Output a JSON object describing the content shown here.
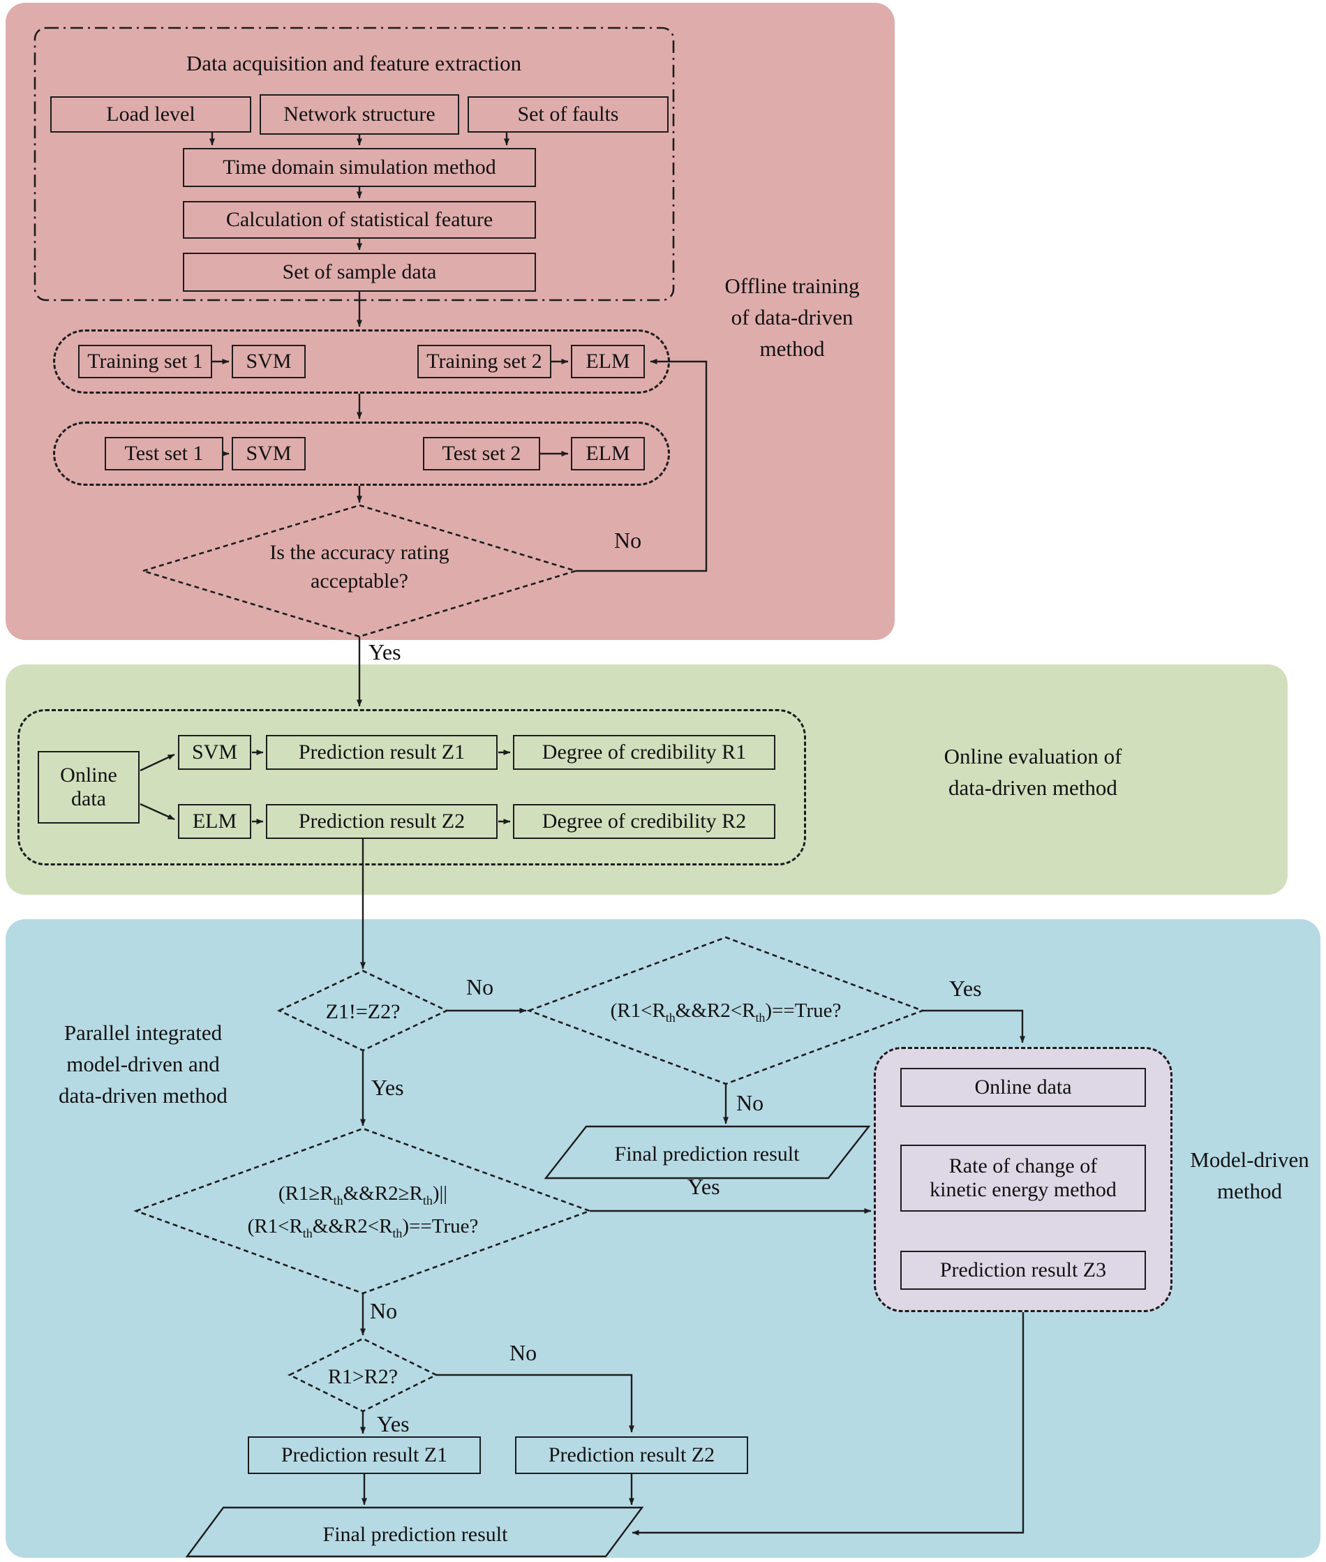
{
  "colors": {
    "offline_panel": "#dfacac",
    "online_panel": "#d2dfbd",
    "parallel_panel": "#b6dae4",
    "model_driven_box": "#ded8e6",
    "line": "#1c1c1c"
  },
  "offline": {
    "panel_label_lines": [
      "Offline training",
      "of data-driven",
      "method"
    ],
    "acquisition_title": "Data acquisition and feature extraction",
    "load_level": "Load level",
    "network_structure": "Network structure",
    "set_of_faults": "Set of faults",
    "time_domain": "Time domain simulation method",
    "calculation": "Calculation of statistical feature",
    "sample_data": "Set of sample data",
    "training_set_1": "Training set 1",
    "training_set_2": "Training set 2",
    "test_set_1": "Test set 1",
    "test_set_2": "Test set 2",
    "svm": "SVM",
    "elm": "ELM",
    "accuracy_line1": "Is the accuracy rating",
    "accuracy_line2": "acceptable?",
    "no_label": "No",
    "yes_label": "Yes"
  },
  "online": {
    "panel_label_lines": [
      "Online evaluation of",
      "data-driven method"
    ],
    "online_data_line1": "Online",
    "online_data_line2": "data",
    "svm": "SVM",
    "elm": "ELM",
    "prediction_z1": "Prediction result Z1",
    "prediction_z2": "Prediction result  Z2",
    "credibility_r1": "Degree of credibility R1",
    "credibility_r2": "Degree of credibility R2"
  },
  "parallel": {
    "panel_label_lines": [
      "Parallel integrated",
      "model-driven and",
      "data-driven method"
    ],
    "z1z2": "Z1!=Z2?",
    "no_z": "No",
    "yes_z": "Yes",
    "d3_parts": [
      "(R1<R",
      "th",
      "&&R2<R",
      "th",
      ")==True?"
    ],
    "yes_cred": "Yes",
    "no_cred": "No",
    "final_mid": "Final prediction result",
    "d4_line1_parts": [
      "(R1≥R",
      "th",
      "&&R2≥R",
      "th",
      ")||"
    ],
    "d4_line2_parts": [
      "(R1<R",
      "th",
      "&&R2<R",
      "th",
      ")==True?"
    ],
    "yes_both": "Yes",
    "no_both": "No",
    "r1r2": "R1>R2?",
    "yes_r": "Yes",
    "no_r": "No",
    "prediction_z1": "Prediction result Z1",
    "prediction_z2": "Prediction result Z2",
    "final_bottom": "Final prediction result"
  },
  "model_driven": {
    "panel_label_lines": [
      "Model-driven",
      "method"
    ],
    "online_data": "Online data",
    "rate_line1": "Rate of change of",
    "rate_line2": "kinetic energy method",
    "prediction_z3": "Prediction result Z3"
  }
}
